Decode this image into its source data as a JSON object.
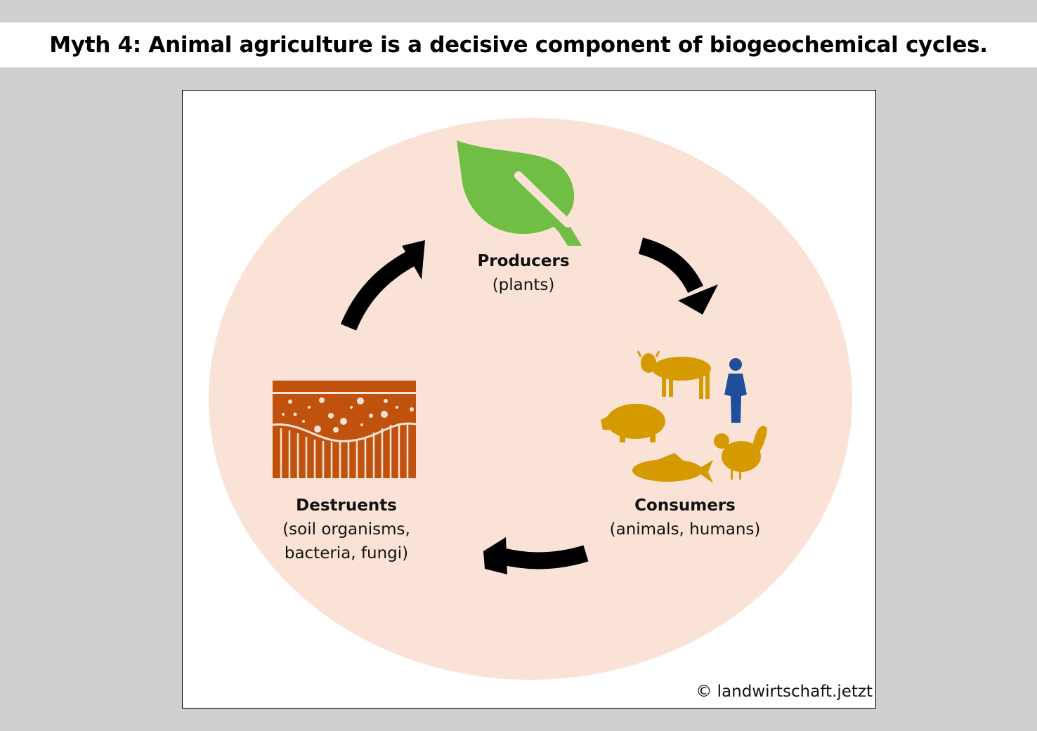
{
  "title": "Myth 4: Animal agriculture is a decisive component of biogeochemical cycles.",
  "nodes": {
    "producers": {
      "label": "Producers",
      "sub": "(plants)",
      "icon": "leaf-icon"
    },
    "consumers": {
      "label": "Consumers",
      "sub": "(animals, humans)",
      "icons": [
        "cow-icon",
        "human-icon",
        "pig-icon",
        "chicken-icon",
        "fish-icon"
      ]
    },
    "destruents": {
      "label": "Destruents",
      "sub1": "(soil organisms,",
      "sub2": "bacteria, fungi)",
      "icon": "soil-icon"
    }
  },
  "copyright": "© landwirtschaft.jetzt",
  "colors": {
    "background": "#d0cecf",
    "ellipse": "#fae3d6",
    "leaf": "#70bf44",
    "soil": "#c0520e",
    "animals": "#d59a00",
    "human": "#1f4e9a",
    "arrows": "#000000"
  }
}
